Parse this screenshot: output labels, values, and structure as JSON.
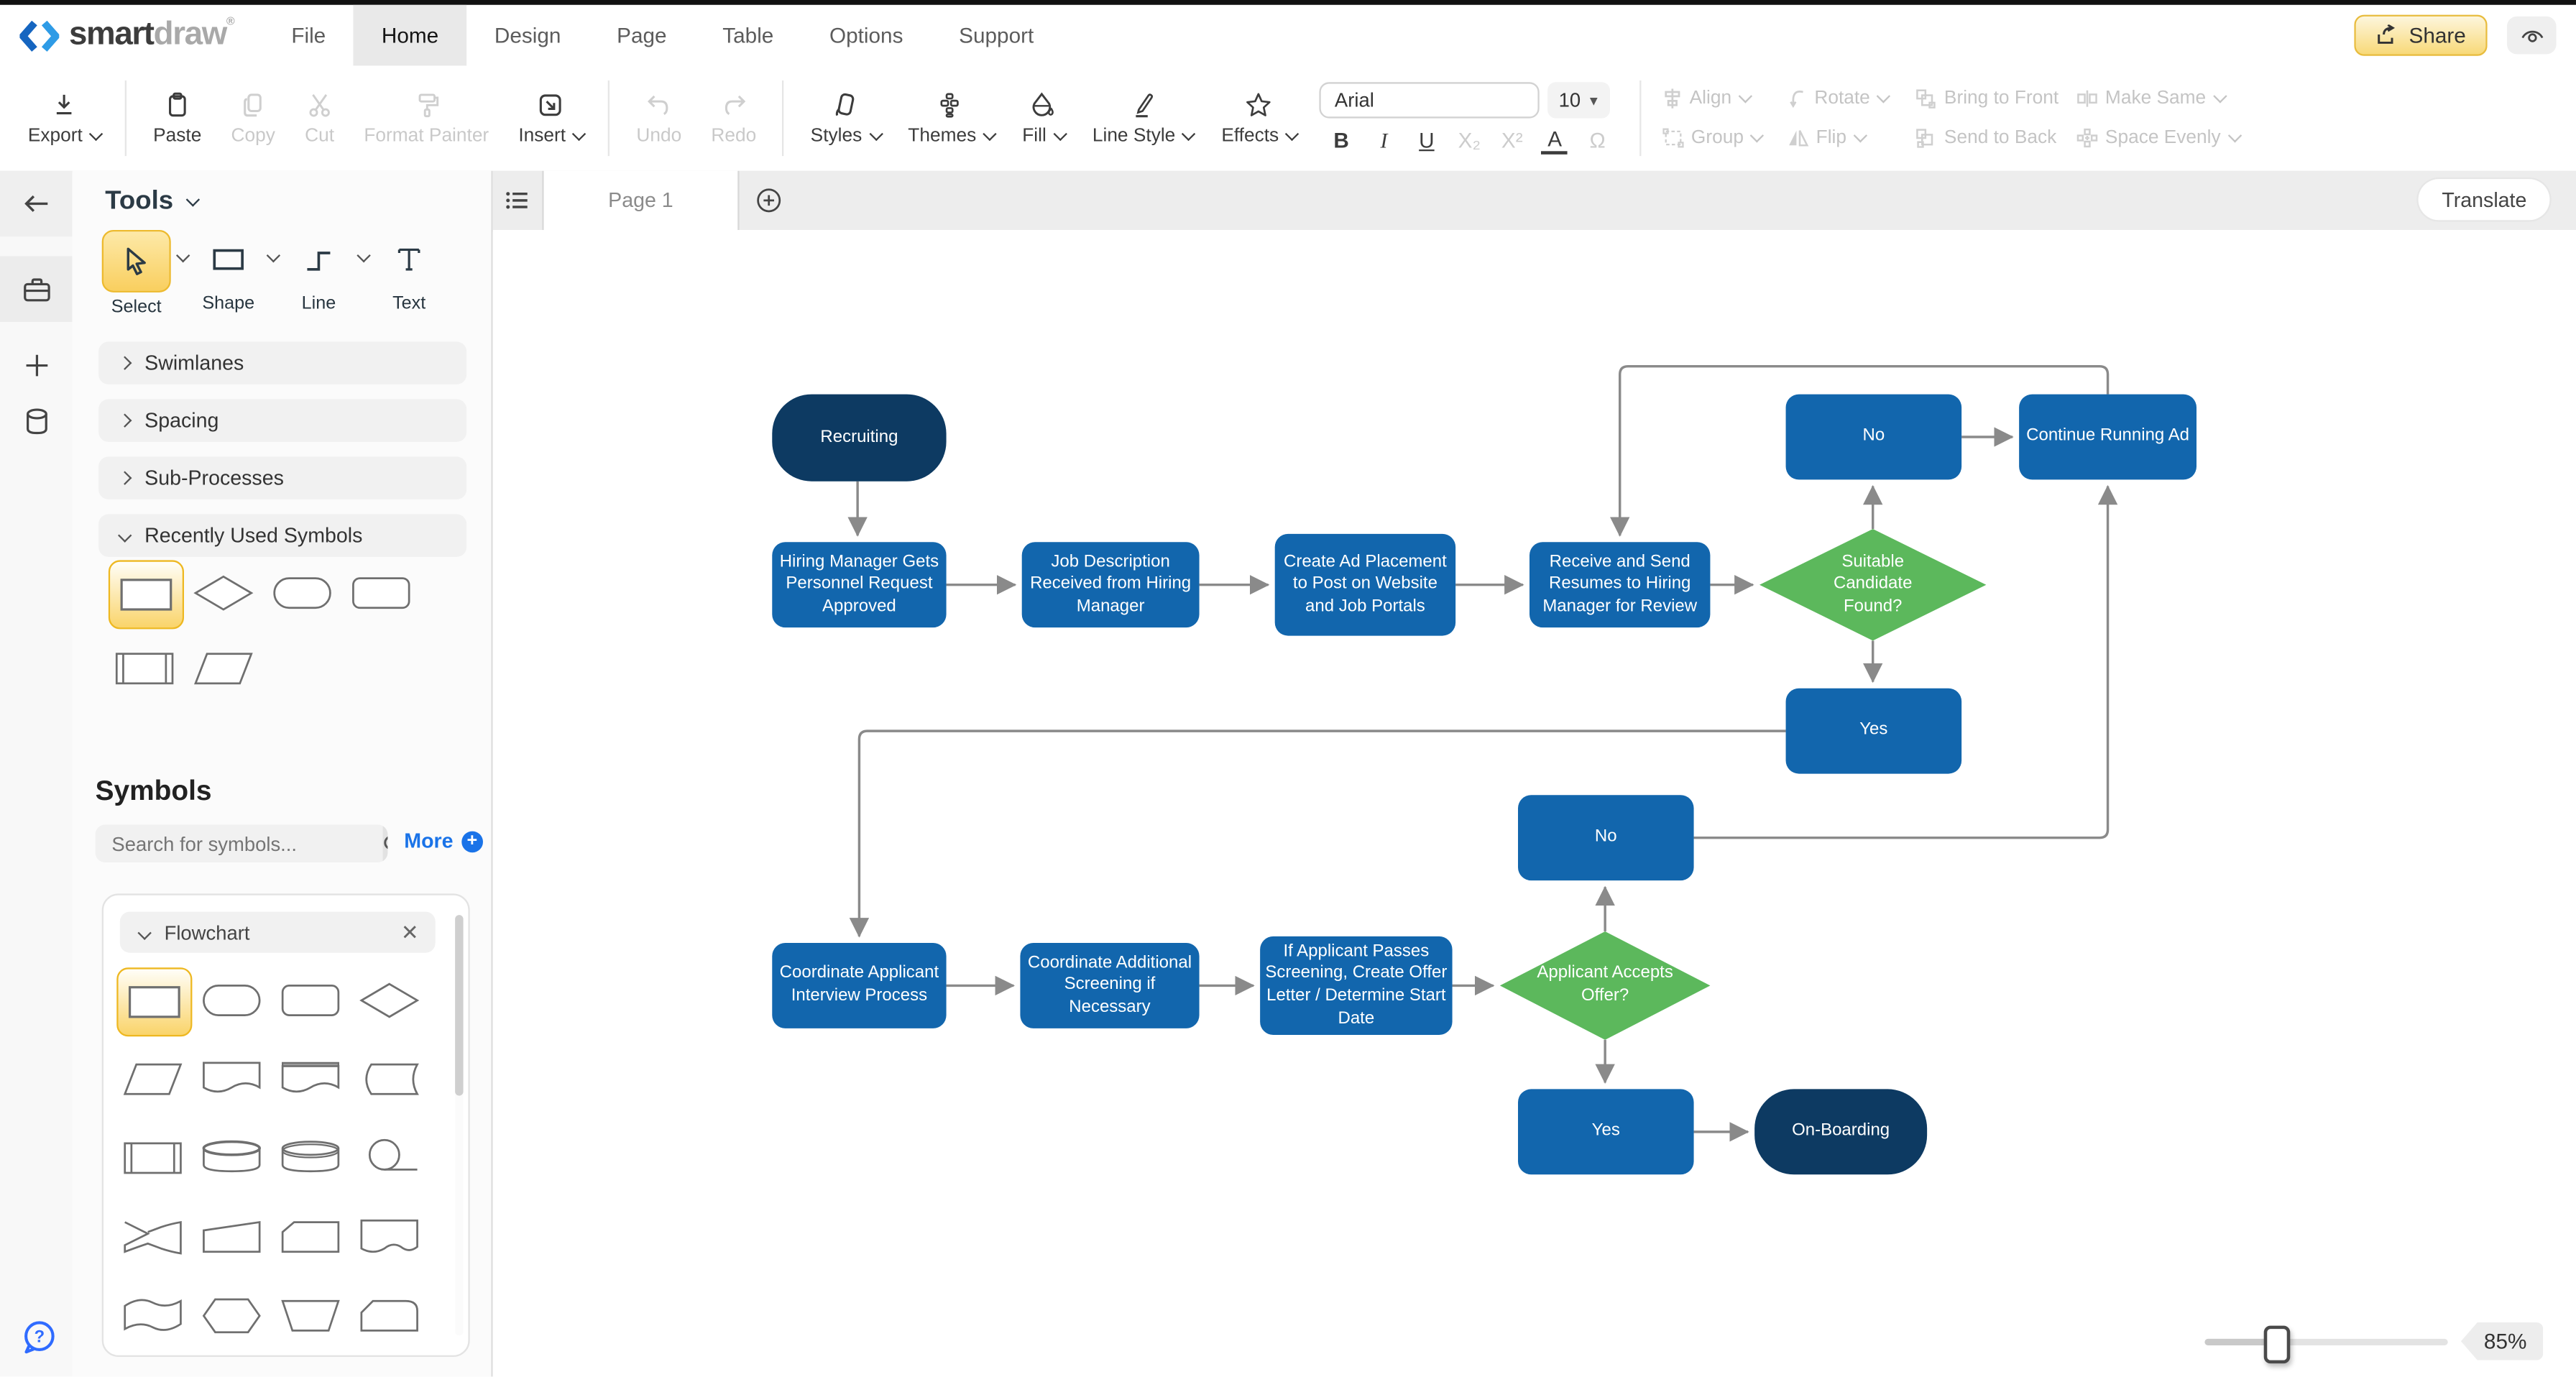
{
  "top_nav": {
    "brand": {
      "smart": "smart",
      "draw": "draw",
      "reg": "®"
    },
    "menu": [
      {
        "label": "File",
        "active": false
      },
      {
        "label": "Home",
        "active": true
      },
      {
        "label": "Design",
        "active": false
      },
      {
        "label": "Page",
        "active": false
      },
      {
        "label": "Table",
        "active": false
      },
      {
        "label": "Options",
        "active": false
      },
      {
        "label": "Support",
        "active": false
      }
    ],
    "share_label": "Share"
  },
  "toolbar": {
    "export": "Export",
    "paste": "Paste",
    "copy": "Copy",
    "cut": "Cut",
    "format_painter": "Format Painter",
    "insert": "Insert",
    "undo": "Undo",
    "redo": "Redo",
    "styles": "Styles",
    "themes": "Themes",
    "fill": "Fill",
    "line_style": "Line Style",
    "effects": "Effects",
    "font": {
      "family": "Arial",
      "size": "10"
    },
    "text_format": {
      "bold": "B",
      "italic": "I",
      "underline": "U",
      "subscript": "X₂",
      "superscript": "X²",
      "font_color": "A",
      "symbol": "Ω"
    },
    "arrange": {
      "align": "Align",
      "rotate": "Rotate",
      "bring_to_front": "Bring to Front",
      "make_same": "Make Same",
      "group": "Group",
      "flip": "Flip",
      "send_to_back": "Send to Back",
      "space_evenly": "Space Evenly"
    }
  },
  "tools_panel": {
    "title": "Tools",
    "tools": [
      {
        "label": "Select",
        "active": true
      },
      {
        "label": "Shape",
        "active": false
      },
      {
        "label": "Line",
        "active": false
      },
      {
        "label": "Text",
        "active": false
      }
    ],
    "sections": [
      {
        "label": "Swimlanes",
        "expanded": false
      },
      {
        "label": "Spacing",
        "expanded": false
      },
      {
        "label": "Sub-Processes",
        "expanded": false
      },
      {
        "label": "Recently Used Symbols",
        "expanded": true
      }
    ]
  },
  "symbols_panel": {
    "title": "Symbols",
    "search_placeholder": "Search for symbols...",
    "more_label": "More",
    "category": "Flowchart"
  },
  "pages": {
    "tab": "Page 1",
    "translate_label": "Translate"
  },
  "canvas": {
    "zoom_level": "85%"
  },
  "flowchart": {
    "colors": {
      "process": "#1266ad",
      "terminal": "#0d3a62",
      "decision": "#5cb85c",
      "connector": "#8a8a8a",
      "text": "#ffffff"
    },
    "nodes": [
      {
        "id": "recruiting",
        "type": "terminal",
        "label": "Recruiting"
      },
      {
        "id": "p1",
        "type": "process",
        "label": "Hiring Manager Gets Personnel Request Approved"
      },
      {
        "id": "p2",
        "type": "process",
        "label": "Job Description Received from Hiring Manager"
      },
      {
        "id": "p3",
        "type": "process",
        "label": "Create Ad Placement to Post on Website and Job Portals"
      },
      {
        "id": "p4",
        "type": "process",
        "label": "Receive and Send Resumes to Hiring Manager for Review"
      },
      {
        "id": "d1",
        "type": "decision",
        "label": "Suitable Candidate Found?"
      },
      {
        "id": "no1",
        "type": "process",
        "label": "No"
      },
      {
        "id": "cra",
        "type": "process",
        "label": "Continue Running Ad"
      },
      {
        "id": "yes1",
        "type": "process",
        "label": "Yes"
      },
      {
        "id": "p5",
        "type": "process",
        "label": "Coordinate Applicant Interview Process"
      },
      {
        "id": "p6",
        "type": "process",
        "label": "Coordinate Additional Screening if Necessary"
      },
      {
        "id": "p7",
        "type": "process",
        "label": "If Applicant Passes Screening, Create Offer Letter / Determine Start Date"
      },
      {
        "id": "d2",
        "type": "decision",
        "label": "Applicant Accepts Offer?"
      },
      {
        "id": "no2",
        "type": "process",
        "label": "No"
      },
      {
        "id": "yes2",
        "type": "process",
        "label": "Yes"
      },
      {
        "id": "onboarding",
        "type": "terminal",
        "label": "On-Boarding"
      }
    ],
    "edges": [
      {
        "from": "recruiting",
        "to": "p1"
      },
      {
        "from": "p1",
        "to": "p2"
      },
      {
        "from": "p2",
        "to": "p3"
      },
      {
        "from": "p3",
        "to": "p4"
      },
      {
        "from": "p4",
        "to": "d1"
      },
      {
        "from": "d1",
        "to": "no1"
      },
      {
        "from": "no1",
        "to": "cra"
      },
      {
        "from": "cra",
        "to": "p4"
      },
      {
        "from": "d1",
        "to": "yes1"
      },
      {
        "from": "yes1",
        "to": "p5"
      },
      {
        "from": "p5",
        "to": "p6"
      },
      {
        "from": "p6",
        "to": "p7"
      },
      {
        "from": "p7",
        "to": "d2"
      },
      {
        "from": "d2",
        "to": "no2"
      },
      {
        "from": "no2",
        "to": "cra"
      },
      {
        "from": "d2",
        "to": "yes2"
      },
      {
        "from": "yes2",
        "to": "onboarding"
      }
    ]
  },
  "icons": {
    "back": "←",
    "add": "+",
    "close": "✕",
    "size_arrow": "▾",
    "list": "≔",
    "page_add": "+",
    "help": "?"
  }
}
